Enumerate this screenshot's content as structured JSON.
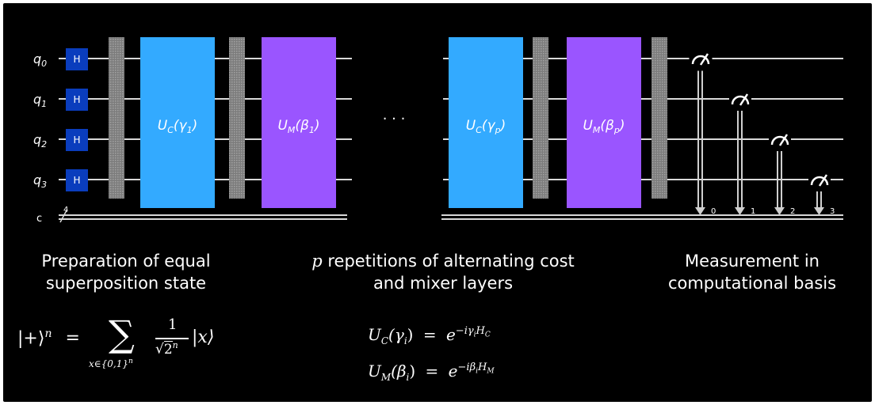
{
  "circuit": {
    "qubits": [
      "q",
      "q",
      "q",
      "q"
    ],
    "qubit_subscripts": [
      "0",
      "1",
      "2",
      "3"
    ],
    "classical_register": "c",
    "classical_width": "4",
    "hadamard_label": "H",
    "cost_gate_1": {
      "main": "U",
      "sub": "C",
      "arg": "γ",
      "argsub": "1"
    },
    "mixer_gate_1": {
      "main": "U",
      "sub": "M",
      "arg": "β",
      "argsub": "1"
    },
    "cost_gate_p": {
      "main": "U",
      "sub": "C",
      "arg": "γ",
      "argsub": "p"
    },
    "mixer_gate_p": {
      "main": "U",
      "sub": "M",
      "arg": "β",
      "argsub": "p"
    },
    "ellipsis": "· · ·",
    "measure_bits": [
      "0",
      "1",
      "2",
      "3"
    ],
    "colors": {
      "hadamard": "#0a3dbd",
      "cost": "#33aaff",
      "mixer": "#9a55ff",
      "barrier": "#8a8a8a"
    }
  },
  "captions": {
    "left": [
      "Preparation of equal",
      "superposition state"
    ],
    "middle_prefix": "p",
    "middle_line1": " repetitions of alternating cost",
    "middle_line2": "and mixer layers",
    "right": [
      "Measurement in",
      "computational basis"
    ]
  },
  "formulas": {
    "superposition_lhs": "|+⟩",
    "superposition_exp": "n",
    "equals": "=",
    "sum_symbol": "∑",
    "sum_index": "x∈{0,1}",
    "sum_index_exp": "n",
    "fraction_num": "1",
    "fraction_den": "2",
    "fraction_den_exp": "n",
    "ket": "|x⟩",
    "cost_formula": {
      "lhs": "U",
      "lhs_sub": "C",
      "arg": "(γ",
      "arg_sub": "i",
      "close": ")",
      "eq": "=",
      "base": "e",
      "exp": "−iγ",
      "exp_sub": "i",
      "exp_h": "H",
      "exp_h_sub": "C"
    },
    "mixer_formula": {
      "lhs": "U",
      "lhs_sub": "M",
      "arg": "(β",
      "arg_sub": "i",
      "close": ")",
      "eq": "=",
      "base": "e",
      "exp": "−iβ",
      "exp_sub": "i",
      "exp_h": "H",
      "exp_h_sub": "M"
    }
  }
}
